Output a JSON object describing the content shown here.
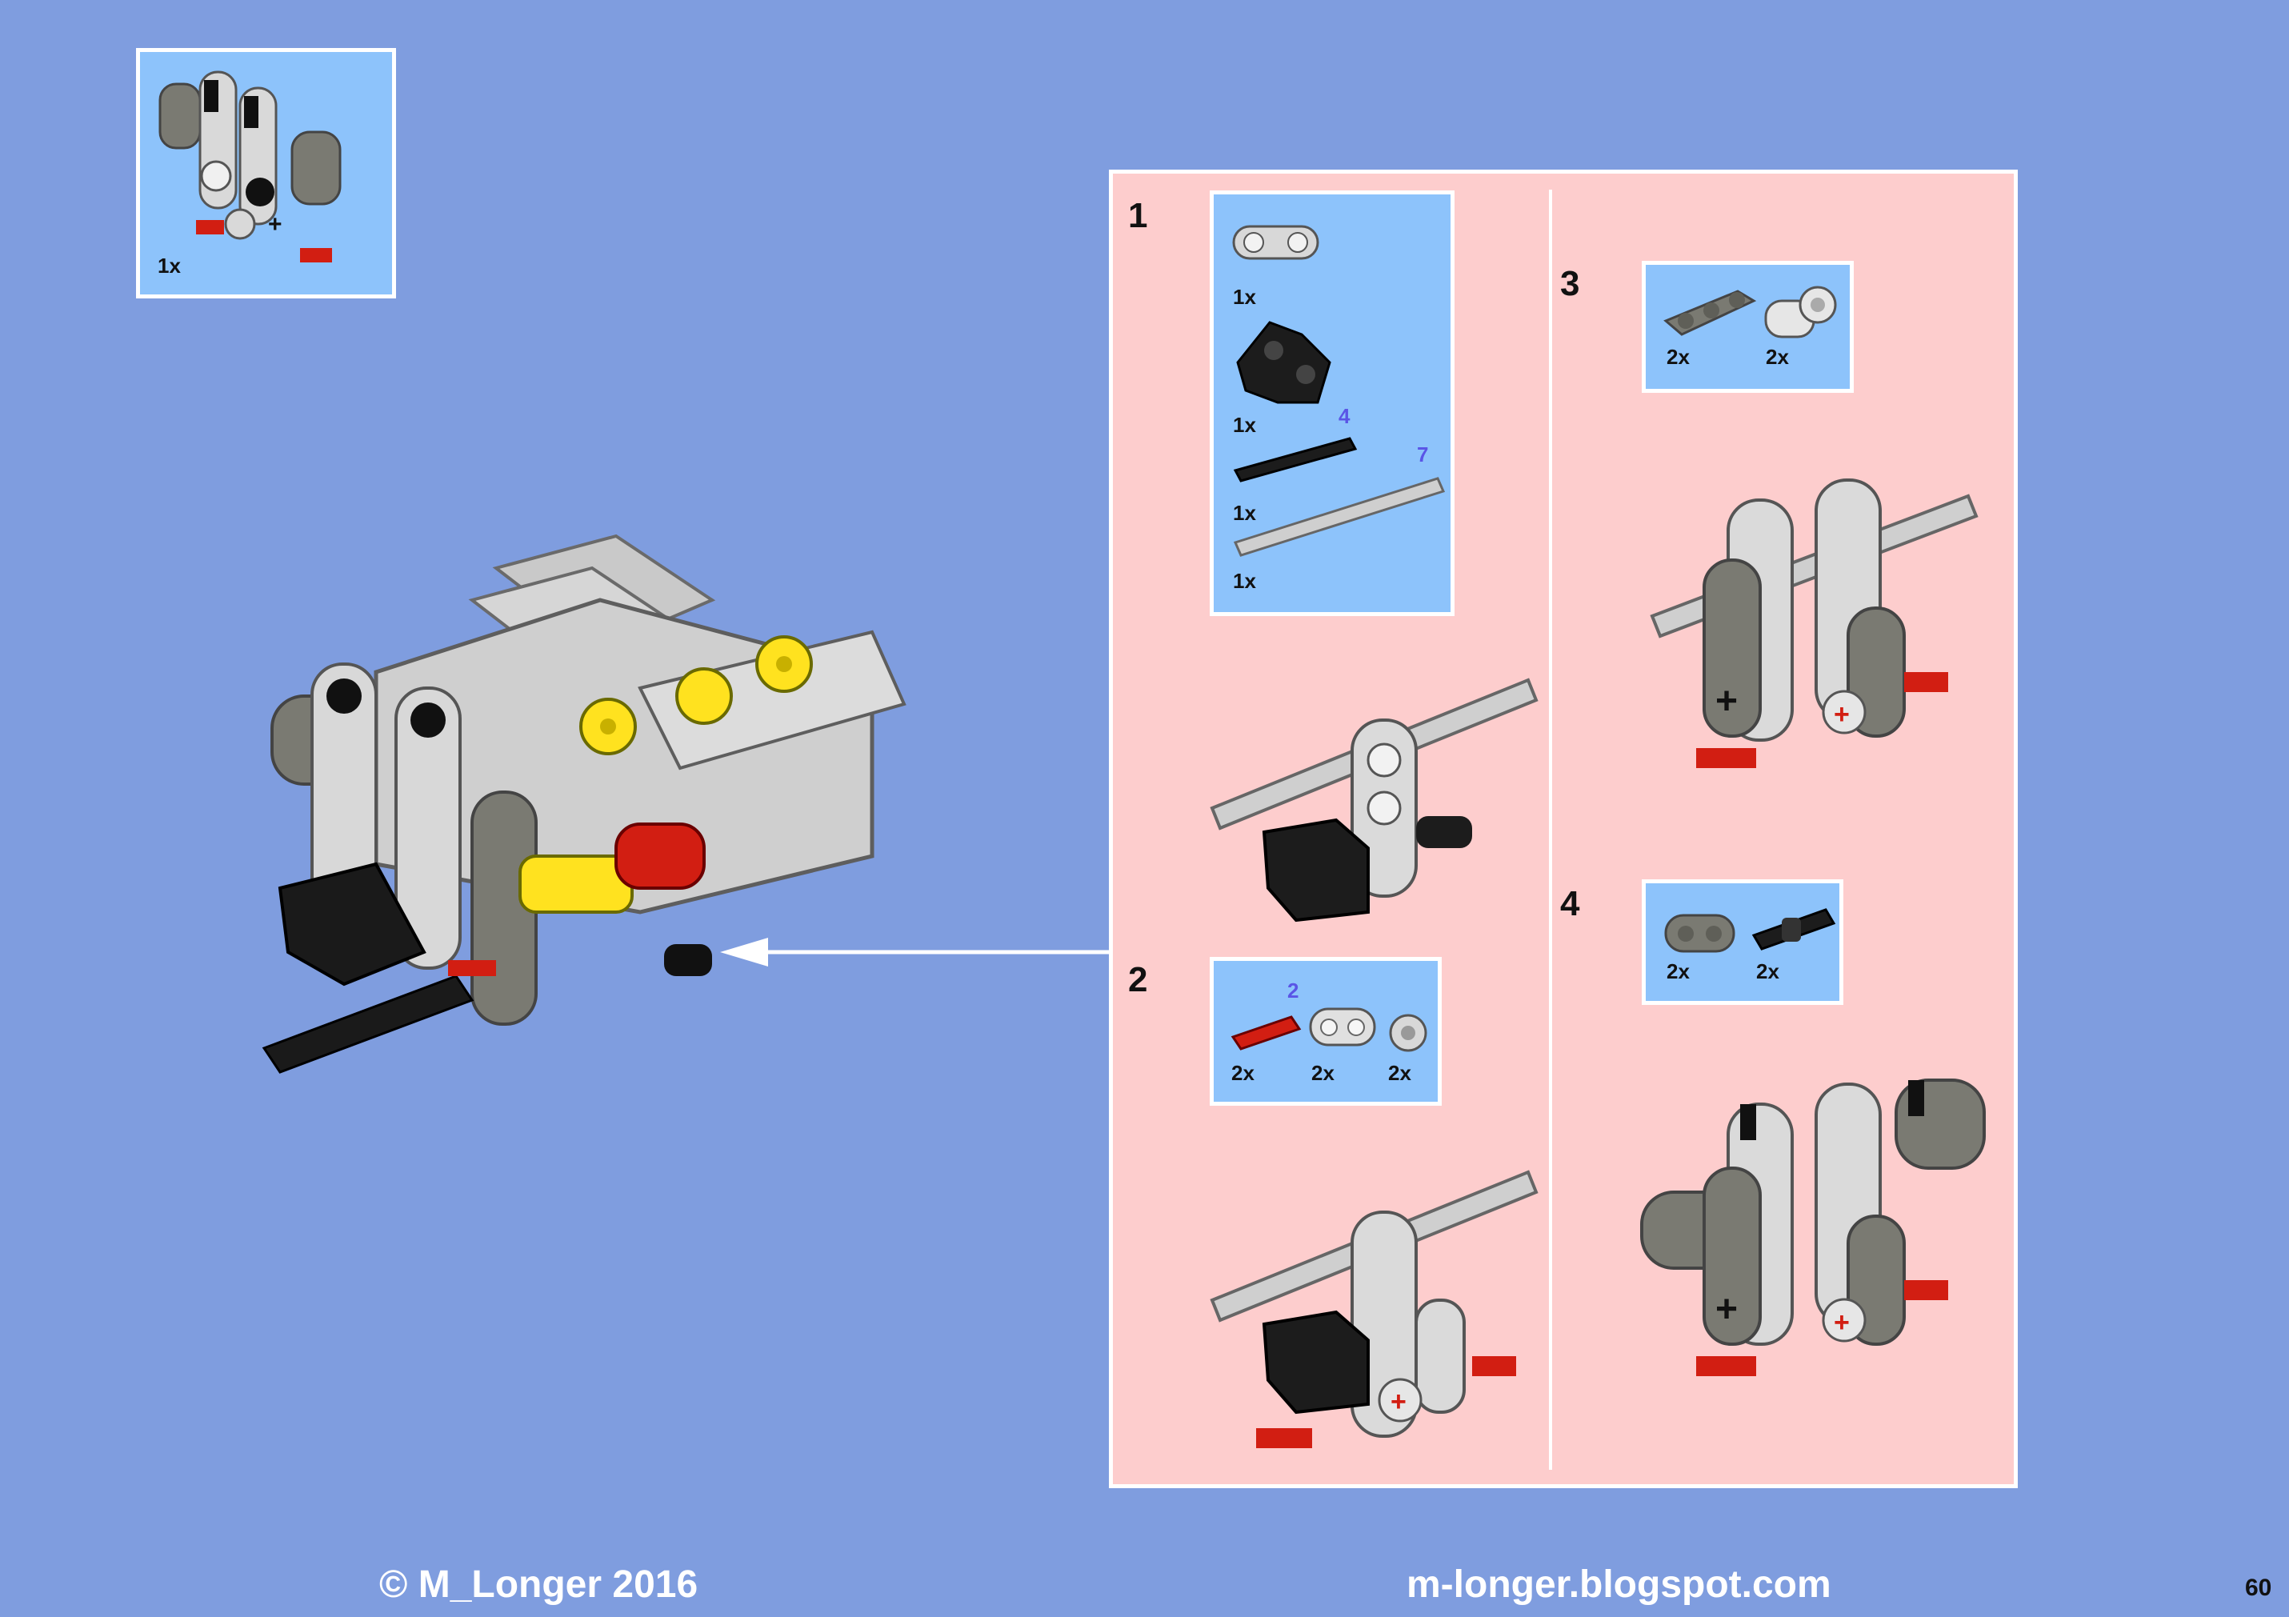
{
  "subassembly": {
    "quantity": "1x"
  },
  "steps": [
    {
      "number": "1",
      "parts": [
        {
          "icon": "axle-joiner-perpendicular-icon",
          "quantity": "1x"
        },
        {
          "icon": "black-steering-arm-icon",
          "quantity": "1x"
        },
        {
          "icon": "black-axle-4-icon",
          "quantity": "1x",
          "length": "4"
        },
        {
          "icon": "gray-axle-7-icon",
          "quantity": "1x",
          "length": "7"
        }
      ]
    },
    {
      "number": "2",
      "parts": [
        {
          "icon": "red-axle-2-icon",
          "quantity": "2x",
          "length": "2"
        },
        {
          "icon": "light-gray-beam-2-icon",
          "quantity": "2x"
        },
        {
          "icon": "bush-icon",
          "quantity": "2x"
        }
      ]
    },
    {
      "number": "3",
      "parts": [
        {
          "icon": "dark-gray-beam-3-icon",
          "quantity": "2x"
        },
        {
          "icon": "axle-pin-connector-icon",
          "quantity": "2x"
        }
      ]
    },
    {
      "number": "4",
      "parts": [
        {
          "icon": "dark-gray-beam-2-icon",
          "quantity": "2x"
        },
        {
          "icon": "black-pin-icon",
          "quantity": "2x"
        }
      ]
    }
  ],
  "footer": {
    "copyright": "© M_Longer 2016",
    "website": "m-longer.blogspot.com",
    "page_number": "60"
  },
  "colors": {
    "page_background": "#7f9ddf",
    "callout_background": "#8dc3fb",
    "steps_panel_background": "#fdcdcd",
    "length_label": "#5a55e6"
  }
}
